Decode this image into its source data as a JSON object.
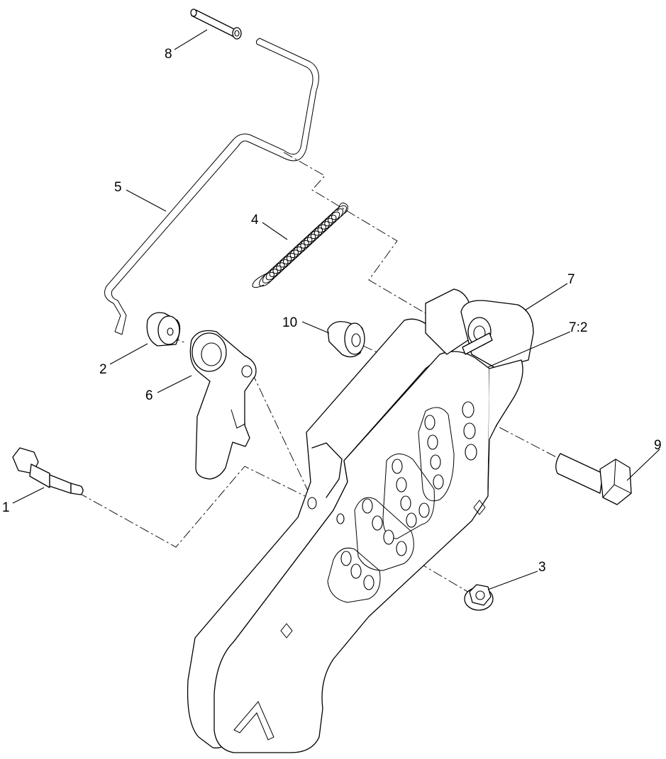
{
  "callouts": {
    "c1": "1",
    "c2": "2",
    "c3": "3",
    "c4": "4",
    "c5": "5",
    "c6": "6",
    "c7": "7",
    "c7_2": "7:2",
    "c8": "8",
    "c9": "9",
    "c10": "10"
  },
  "colors": {
    "line": "#000000",
    "background": "#ffffff"
  }
}
